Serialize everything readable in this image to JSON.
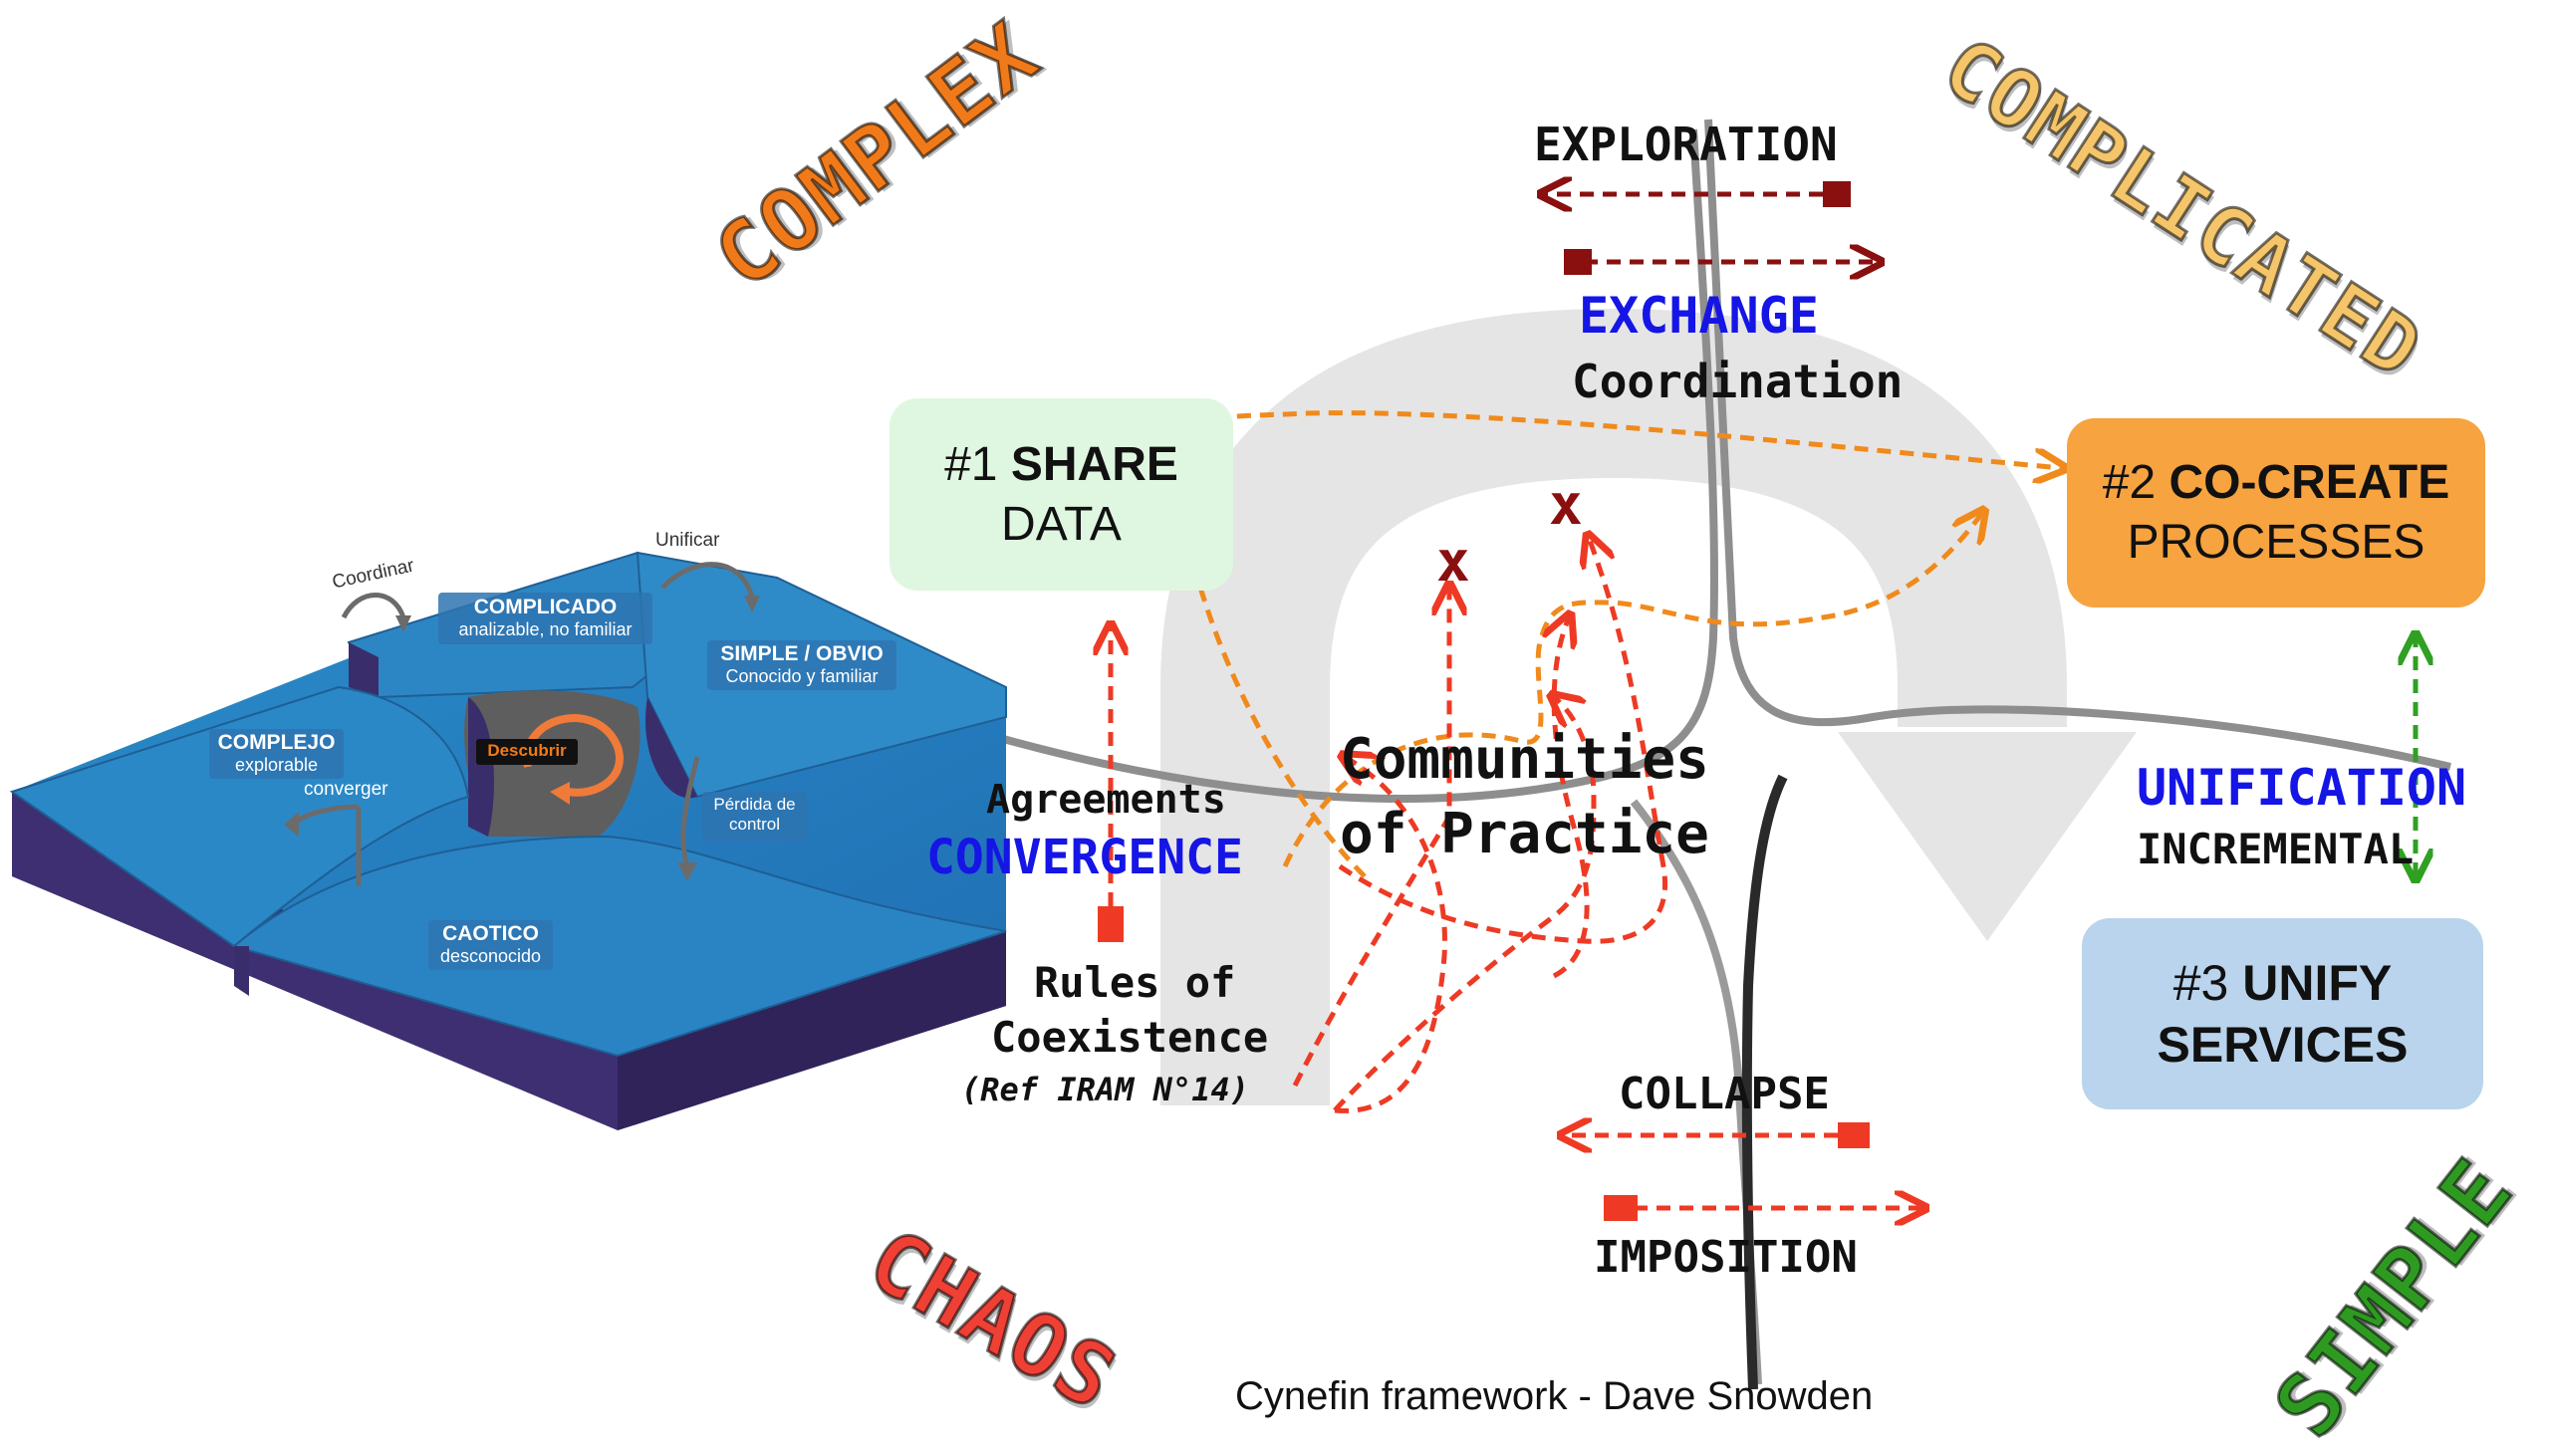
{
  "domains": {
    "complex": {
      "label": "COMPLEX",
      "color": "#f07a1a"
    },
    "complicated": {
      "label": "COMPLICATED",
      "color": "#f4c56a"
    },
    "chaos": {
      "label": "CHAOS",
      "color": "#ee4035"
    },
    "simple": {
      "label": "SIMPLE",
      "color": "#2f9a22"
    }
  },
  "boxes": {
    "share": {
      "number": "#1",
      "title": "SHARE",
      "subtitle": "DATA",
      "fill": "#dff7e0"
    },
    "cocreate": {
      "number": "#2",
      "title": "CO-CREATE",
      "subtitle": "PROCESSES",
      "fill": "#f6a340"
    },
    "unify": {
      "number": "#3",
      "title": "UNIFY",
      "subtitle": "SERVICES",
      "fill": "#b9d4ec"
    }
  },
  "labels": {
    "exploration": "EXPLORATION",
    "exchange": "EXCHANGE",
    "coordination": "Coordination",
    "communities_line1": "Communities",
    "communities_line2": "of Practice",
    "agreements": "Agreements",
    "convergence": "CONVERGENCE",
    "rules_line1": "Rules of",
    "rules_line2": "Coexistence",
    "ref": "(Ref IRAM N°14)",
    "unification": "UNIFICATION",
    "incremental": "INCREMENTAL",
    "collapse": "COLLAPSE",
    "imposition": "IMPOSITION",
    "marker": "x",
    "credit": "Cynefin framework - Dave Snowden"
  },
  "landscape": {
    "coordinar": "Coordinar",
    "unificar": "Unificar",
    "complicado_title": "COMPLICADO",
    "complicado_sub": "analizable, no familiar",
    "simple_title": "SIMPLE / OBVIO",
    "simple_sub": "Conocido y familiar",
    "complejo_title": "COMPLEJO",
    "complejo_sub": "explorable",
    "converger": "converger",
    "descubrir": "Descubrir",
    "perdida_line1": "Pérdida de",
    "perdida_line2": "control",
    "caotico_title": "CAOTICO",
    "caotico_sub": "desconocido"
  }
}
